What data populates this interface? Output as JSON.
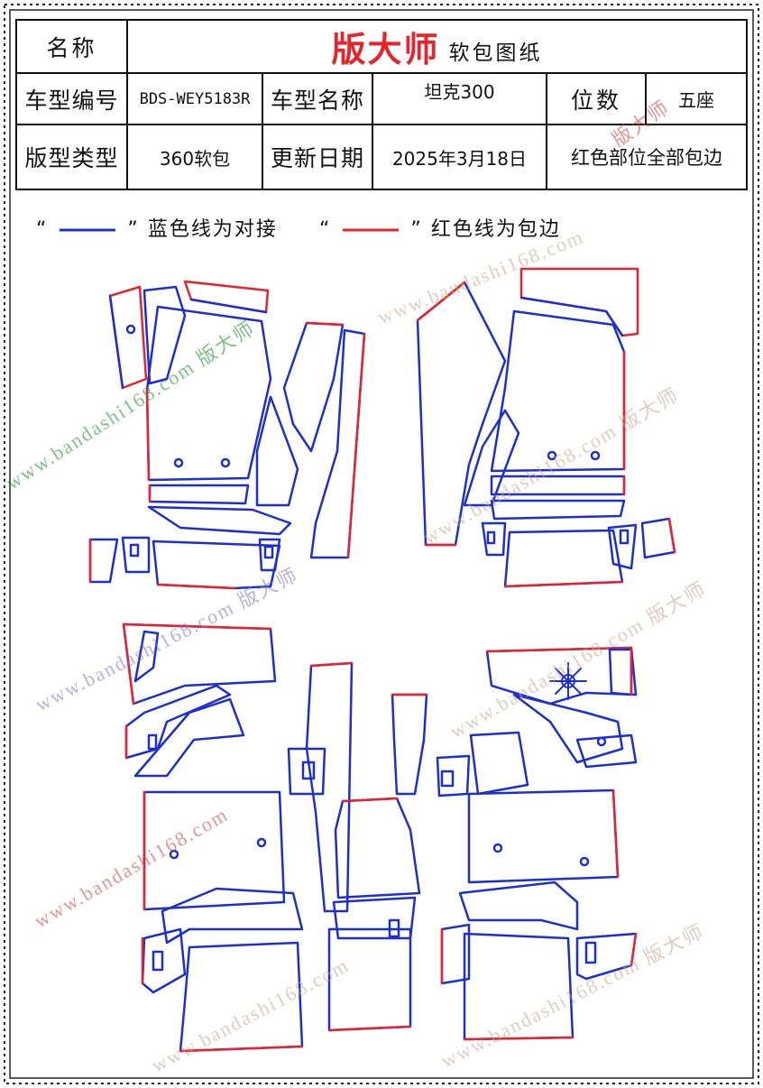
{
  "header": {
    "name_label": "名称",
    "brand": "版大师",
    "brand_suffix": "软包图纸",
    "model_code_label": "车型编号",
    "model_code": "BDS-WEY5183R",
    "model_name_label": "车型名称",
    "model_name": "坦克300",
    "seats_label": "位数",
    "seats": "五座",
    "type_label": "版型类型",
    "type": "360软包",
    "date_label": "更新日期",
    "date": "2025年3月18日",
    "note": "红色部位全部包边"
  },
  "legend": {
    "open_quote": "“",
    "close_quote": "”",
    "blue_text": "蓝色线为对接",
    "red_text": "红色线为包边",
    "blue_color": "#1c2fd6",
    "red_color": "#e8232b"
  },
  "watermarks": {
    "site": "www.bandashi168.com",
    "brand": "版大师",
    "site_brand": "www.bandashi168.com 版大师",
    "green_color": "#1a8a2a",
    "tan_color": "#c8a58a",
    "purple_color": "#8070c8",
    "red_color": "#d04040"
  }
}
